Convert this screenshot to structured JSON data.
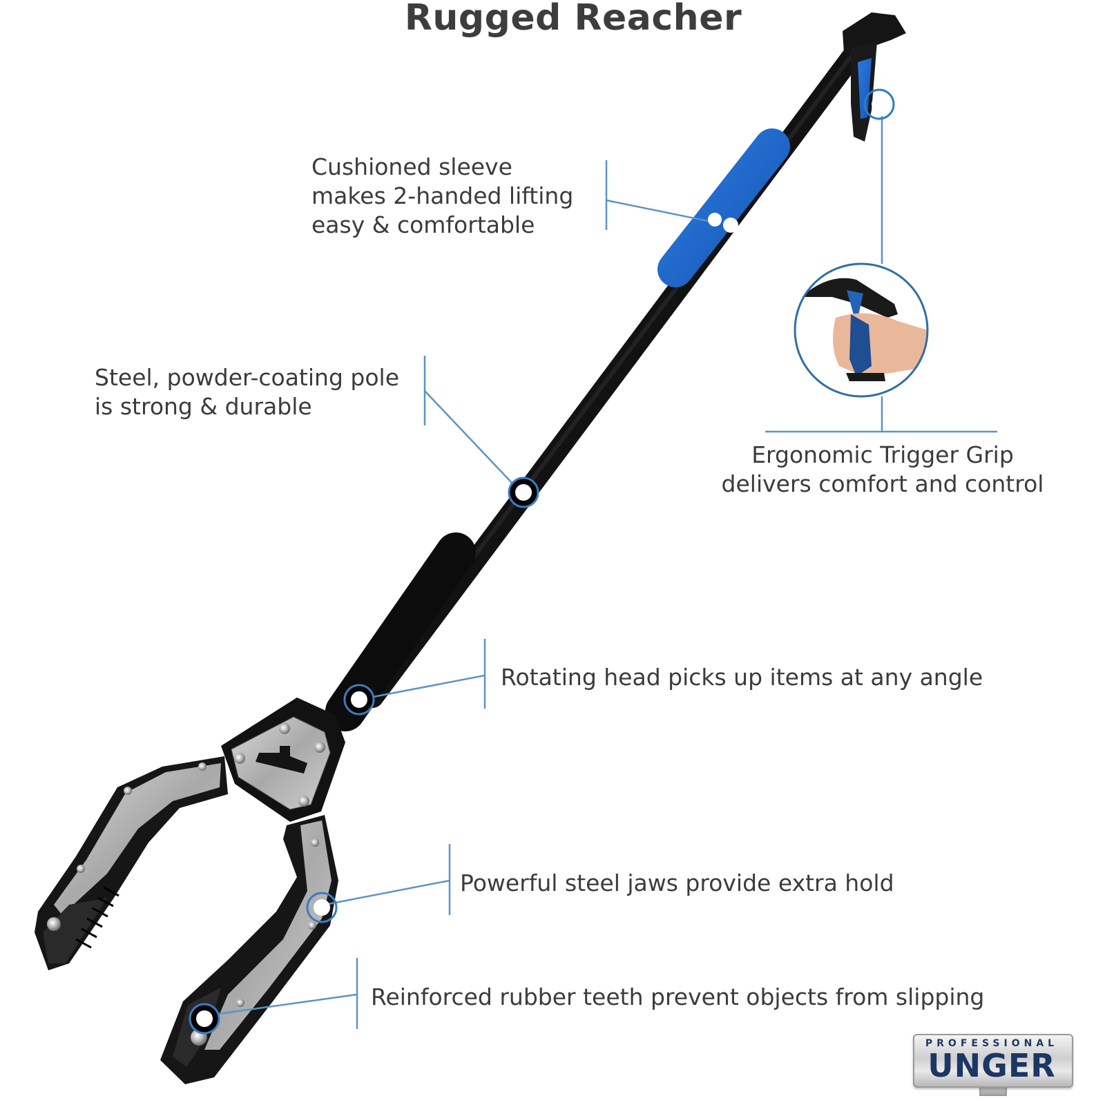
{
  "title": "Rugged Reacher",
  "callouts": {
    "sleeve": {
      "lines": [
        "Cushioned sleeve",
        "makes 2-handed lifting",
        "easy & comfortable"
      ]
    },
    "pole": {
      "lines": [
        "Steel, powder-coating pole",
        "is strong & durable"
      ]
    },
    "grip": {
      "lines": [
        "Ergonomic Trigger Grip",
        "delivers comfort and control"
      ]
    },
    "head": {
      "text": "Rotating head picks up items at any angle"
    },
    "jaws": {
      "text": "Powerful steel jaws provide extra hold"
    },
    "teeth": {
      "text": "Reinforced rubber teeth prevent objects from slipping"
    }
  },
  "logo": {
    "top_text": "PROFESSIONAL",
    "brand": "UNGER"
  },
  "colors": {
    "accent_blue": "#1f6fd1",
    "callout_line": "#5b93c7",
    "text": "#3b3b3b",
    "pole": "#111111",
    "steel": "#b9b9b9"
  }
}
